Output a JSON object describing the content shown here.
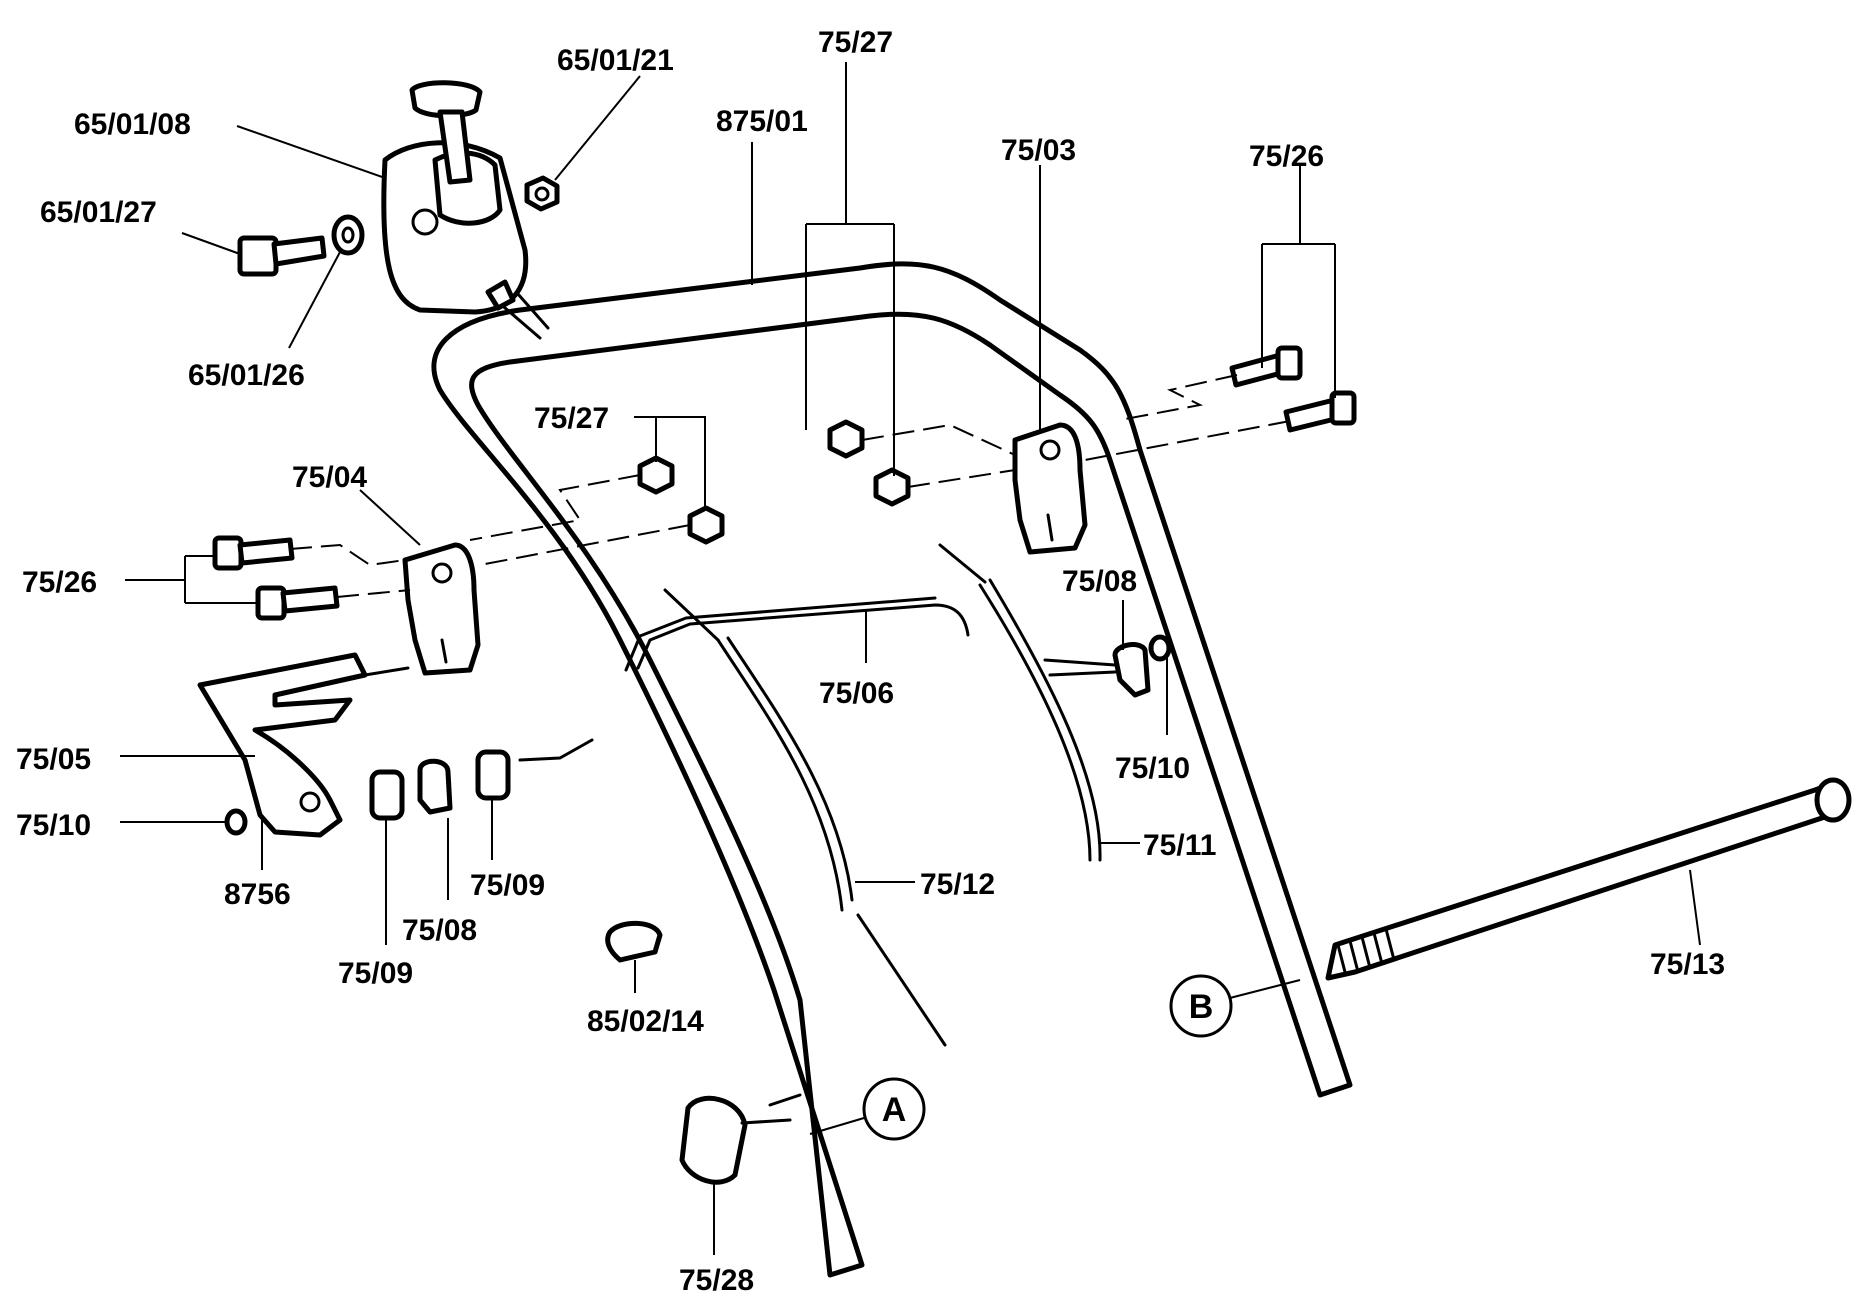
{
  "labels": {
    "p650108": "65/01/08",
    "p650121": "65/01/21",
    "p650127": "65/01/27",
    "p650126": "65/01/26",
    "p87501": "875/01",
    "p7527_top": "75/27",
    "p7527_mid": "75/27",
    "p7503": "75/03",
    "p7526_right": "75/26",
    "p7526_left": "75/26",
    "p7504": "75/04",
    "p7508_right": "75/08",
    "p7508_left": "75/08",
    "p7506": "75/06",
    "p7505": "75/05",
    "p7510_left": "75/10",
    "p7510_right": "75/10",
    "p8756": "8756",
    "p7509_a": "75/09",
    "p7509_b": "75/09",
    "p7512": "75/12",
    "p7511": "75/11",
    "p7513": "75/13",
    "p850214": "85/02/14",
    "p7528": "75/28"
  },
  "callouts": {
    "a": "A",
    "b": "B"
  }
}
